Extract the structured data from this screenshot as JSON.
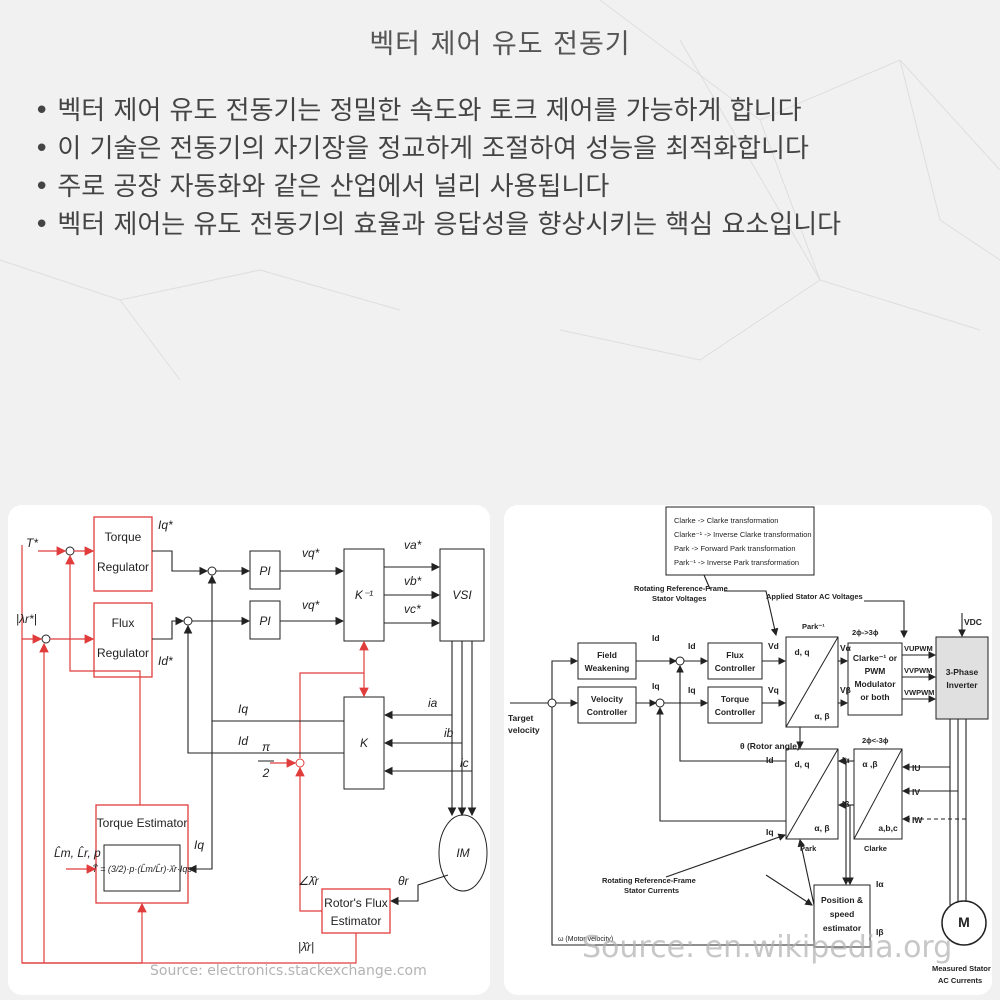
{
  "slide": {
    "title": "벡터 제어 유도 전동기",
    "bullets": [
      "벡터 제어 유도 전동기는 정밀한 속도와 토크 제어를 가능하게 합니다",
      "이 기술은 전동기의 자기장을 정교하게 조절하여 성능을 최적화합니다",
      "주로 공장 자동화와 같은 산업에서 널리 사용됩니다",
      "벡터 제어는 유도 전동기의 효율과 응답성을 향상시키는 핵심 요소입니다"
    ]
  },
  "left_diagram": {
    "blocks": {
      "torque_reg": [
        "Torque",
        "Regulator"
      ],
      "flux_reg": [
        "Flux",
        "Regulator"
      ],
      "pi": "PI",
      "kinv": "K⁻¹",
      "vsi": "VSI",
      "k": "K",
      "im": "IM",
      "torque_est": "Torque Estimator",
      "rotor_flux": [
        "Rotor's Flux",
        "Estimator"
      ]
    },
    "labels": {
      "t_star": "T*",
      "lambda_star": "|λr*|",
      "iq_star": "Iq*",
      "id_star": "Id*",
      "vq1": "vq*",
      "vq2": "vq*",
      "va": "va*",
      "vb": "vb*",
      "vc": "vc*",
      "iq": "Iq",
      "id": "Id",
      "ia": "ia",
      "ib": "ib",
      "ic": "ic",
      "iq_est": "Iq",
      "params": "L̂m, L̂r, p",
      "formula": "T̂ = (3/2)·p·(L̂m/L̂r)·λ̂r·Iqs",
      "pi_num": "π",
      "pi_den": "2",
      "angle": "∠λ̂r",
      "theta": "θr",
      "lambda_mag": "|λ̂r|"
    },
    "source": "Source: electronics.stackexchange.com"
  },
  "right_diagram": {
    "legend": [
      "Clarke -> Clarke transformation",
      "Clarke⁻¹ -> Inverse Clarke transformation",
      "Park -> Forward Park transformation",
      "Park⁻¹ -> Inverse Park transformation"
    ],
    "blocks": {
      "field_weak": [
        "Field",
        "Weakening"
      ],
      "velocity_ctrl": [
        "Velocity",
        "Controller"
      ],
      "flux_ctrl": [
        "Flux",
        "Controller"
      ],
      "torque_ctrl": [
        "Torque",
        "Controller"
      ],
      "park_inv_top": "d, q",
      "park_inv_bot": "α, β",
      "clarke_inv": [
        "Clarke⁻¹ or",
        "PWM",
        "Modulator",
        "or both"
      ],
      "inverter": [
        "3-Phase",
        "Inverter"
      ],
      "park_top": "d, q",
      "park_bot": "α, β",
      "clarke_top": "α ,β",
      "clarke_bot": "a,b,c",
      "pos_est": [
        "Position &",
        "speed",
        "estimator"
      ],
      "motor": "M"
    },
    "labels": {
      "rot_ref_volt": [
        "Rotating Reference-Frame",
        "Stator Voltages"
      ],
      "applied_ac": "Applied Stator AC Voltages",
      "park_inv": "Park⁻¹",
      "phase_23": "2ϕ->3ϕ",
      "phase_32": "2ϕ<-3ϕ",
      "vdc": "VDC",
      "id1": "Id",
      "iq1": "Iq",
      "id2": "Id",
      "iq2": "Iq",
      "vd": "Vd",
      "vq": "Vq",
      "valpha": "Vα",
      "vbeta": "Vβ",
      "vu": "VUPWM",
      "vv": "VVPWM",
      "vw": "VWPWM",
      "target": [
        "Target",
        "velocity"
      ],
      "theta": "θ (Rotor angle)",
      "id3": "Id",
      "iq3": "Iq",
      "ialpha": "Iα",
      "ibeta": "Iβ",
      "iu": "IU",
      "iv": "IV",
      "iw": "IW",
      "ia_est": "Iα",
      "ib_est": "Iβ",
      "park": "Park",
      "clarke": "Clarke",
      "rot_ref_curr": [
        "Rotating Reference-Frame",
        "Stator Currents"
      ],
      "omega": "ω (Motor velocity)",
      "measured": [
        "Measured Stator",
        "AC Currents"
      ]
    },
    "source": "Source: en.wikipedia.org"
  },
  "colors": {
    "accent_red": "#e03c3c",
    "line": "#222222",
    "text": "#444444"
  }
}
